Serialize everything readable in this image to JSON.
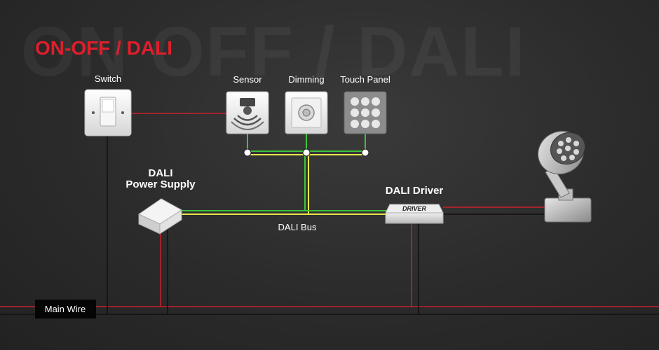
{
  "title": "ON-OFF / DALI",
  "background_watermark": "ON OFF / DALI",
  "colors": {
    "accent": "#e01e2b",
    "live_wire": "#c8202a",
    "neutral_wire": "#111111",
    "dali_green": "#3cc43c",
    "dali_yellow": "#e8e84a"
  },
  "devices": {
    "switch": "Switch",
    "sensor": "Sensor",
    "dimming": "Dimming",
    "touch_panel": "Touch Panel",
    "power_supply_line1": "DALI",
    "power_supply_line2": "Power Supply",
    "driver": "DALI Driver",
    "driver_badge": "DRIVER"
  },
  "bus_label": "DALI Bus",
  "main_wire_label": "Main Wire"
}
